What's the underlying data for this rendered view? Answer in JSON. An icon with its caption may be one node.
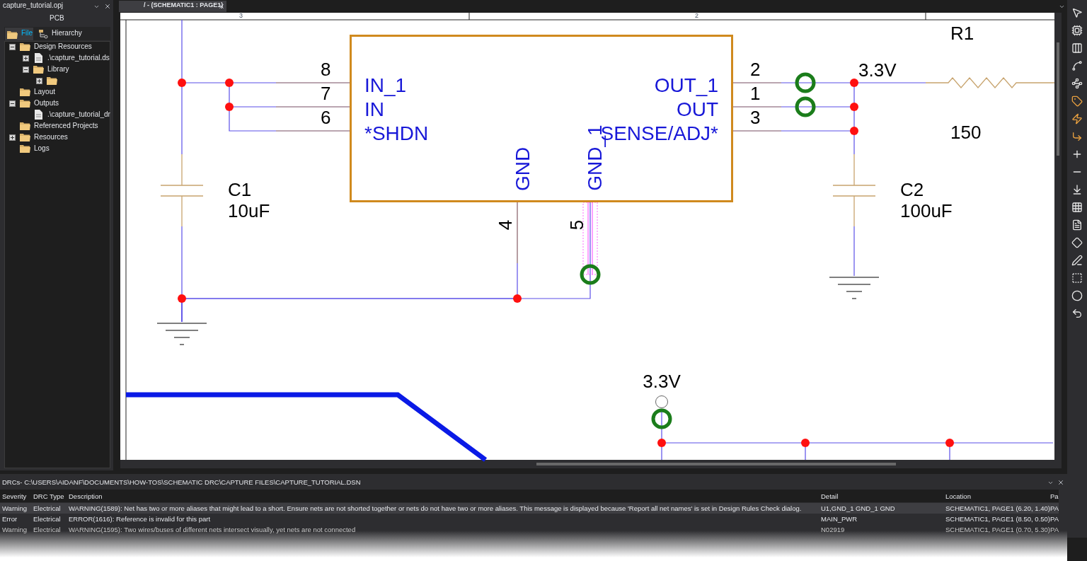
{
  "diagram": {
    "nodes": [
      {
        "text": [
          "IN_1",
          "IN",
          "*SHDN",
          "OUT_1",
          "OUT",
          "SENSE/ADJ*",
          "GND",
          "GND_1"
        ],
        "beside": [
          "8",
          "7",
          "6",
          "2",
          "1",
          "3",
          "4",
          "5"
        ]
      },
      {
        "text": [],
        "shape": "capacitor",
        "beside": [
          "C1",
          "10uF"
        ]
      },
      {
        "text": [],
        "shape": "capacitor",
        "beside": [
          "C2",
          "100uF"
        ]
      },
      {
        "text": [],
        "shape": "resistor",
        "beside": [
          "R1",
          "150"
        ]
      },
      {
        "text": [],
        "shape": "ground"
      },
      {
        "text": [],
        "shape": "ground"
      },
      {
        "text": [
          "3.3V"
        ]
      }
    ],
    "edges": [
      {
        "from": 1,
        "to": 0,
        "arrow": "none"
      },
      {
        "from": 1,
        "to": 4,
        "arrow": "none"
      },
      {
        "from": 0,
        "to": 4,
        "arrow": "none"
      },
      {
        "from": 0,
        "to": 4,
        "arrow": "none"
      },
      {
        "from": 0,
        "to": 3,
        "arrow": "none"
      },
      {
        "from": 0,
        "to": 2,
        "arrow": "none"
      },
      {
        "from": 2,
        "to": 5,
        "arrow": "none"
      },
      {
        "from": 6,
        "to": null,
        "arrow": "none"
      }
    ],
    "labels": [
      "capture_tutorial.opj",
      "PCB",
      "File",
      "Hierarchy",
      "Design Resources",
      ".\\capture_tutorial.ds",
      "Library",
      "Layout",
      "Outputs",
      ".\\capture_tutorial_dr",
      "Referenced Projects",
      "Resources",
      "Logs",
      "/ - (SCHEMATIC1 : PAGE1)",
      "3",
      "2",
      "3.3V",
      "DRCs- C:\\USERS\\AIDANF\\DOCUMENTS\\HOW-TOS\\SCHEMATIC DRC\\CAPTURE FILES\\CAPTURE_TUTORIAL.DSN",
      "Severity",
      "DRC Type",
      "Description",
      "Detail",
      "Location",
      "Pa",
      "Warning",
      "Electrical",
      "WARNING(1589): Net has two or more aliases that might lead to a short. Ensure nets are not shorted together or nets do not have two or more aliases. This message is displayed because 'Report all net names' is set in Design Rules Check dialog.",
      "U1,GND_1 GND_1  GND",
      "SCHEMATIC1, PAGE1  (6.20, 1.40)",
      "PA",
      "Error",
      "Electrical",
      "ERROR(1616): Reference is invalid for this part",
      "MAIN_PWR",
      "SCHEMATIC1, PAGE1  (8.50, 0.50)",
      "PA",
      "Warning",
      "Electrical",
      "WARNING(1595): Two wires/buses of different nets intersect visually, yet nets are not connected",
      "N02919",
      "SCHEMATIC1, PAGE1  (0.70, 5.30)",
      "PA"
    ]
  }
}
